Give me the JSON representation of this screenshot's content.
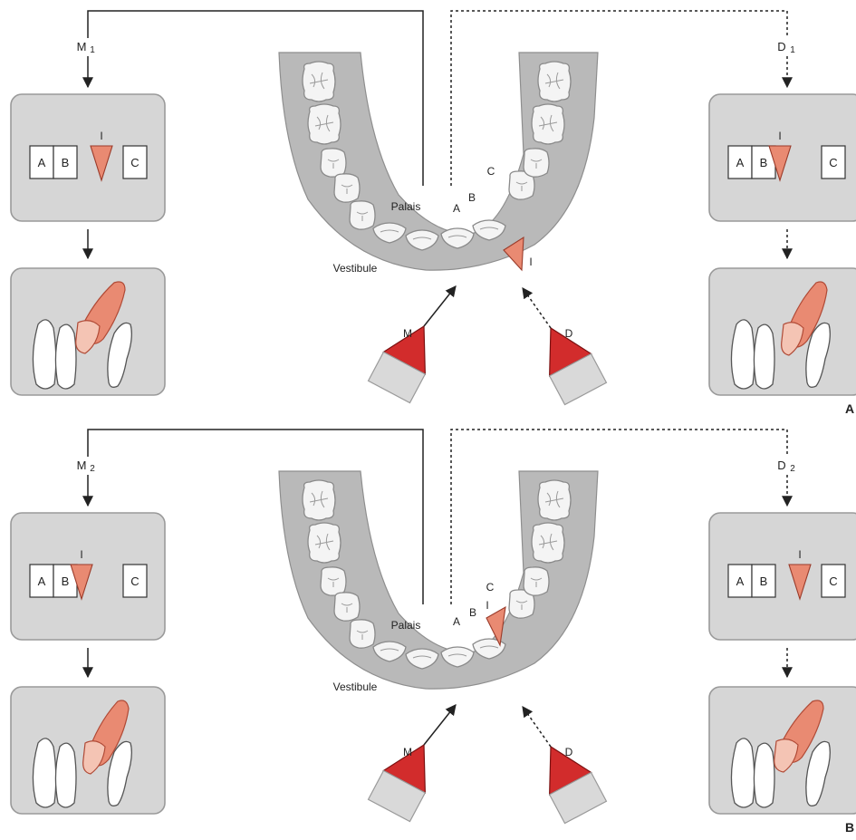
{
  "panels": [
    {
      "id": "A",
      "panel_letter": "A",
      "mesial_label": "M",
      "mesial_subscript": "1",
      "distal_label": "D",
      "distal_subscript": "1",
      "arch": {
        "palate_label": "Palais",
        "vestibule_label": "Vestibule",
        "teeth_labels": [
          "A",
          "B",
          "C"
        ],
        "impacted_label": "I"
      },
      "tube_labels": {
        "mesial": "M",
        "distal": "D"
      },
      "box_mesial": {
        "cells": [
          "A",
          "B",
          "C"
        ],
        "impacted_label": "I"
      },
      "box_distal": {
        "cells": [
          "A",
          "B",
          "C"
        ],
        "impacted_label": "I"
      }
    },
    {
      "id": "B",
      "panel_letter": "B",
      "mesial_label": "M",
      "mesial_subscript": "2",
      "distal_label": "D",
      "distal_subscript": "2",
      "arch": {
        "palate_label": "Palais",
        "vestibule_label": "Vestibule",
        "teeth_labels": [
          "A",
          "B",
          "C"
        ],
        "impacted_label": "I"
      },
      "tube_labels": {
        "mesial": "M",
        "distal": "D"
      },
      "box_mesial": {
        "cells": [
          "A",
          "B",
          "C"
        ],
        "impacted_label": "I"
      },
      "box_distal": {
        "cells": [
          "A",
          "B",
          "C"
        ],
        "impacted_label": "I"
      }
    }
  ],
  "colors": {
    "box_fill": "#d6d6d6",
    "box_stroke": "#9a9a9a",
    "arch_fill": "#b9b9b9",
    "tooth_fill": "#f4f4f4",
    "impacted_fill": "#e98a72",
    "impacted_light": "#f4c4b4",
    "tube_red": "#d22c2c",
    "tube_body": "#d9d9d9",
    "line": "#222222"
  }
}
